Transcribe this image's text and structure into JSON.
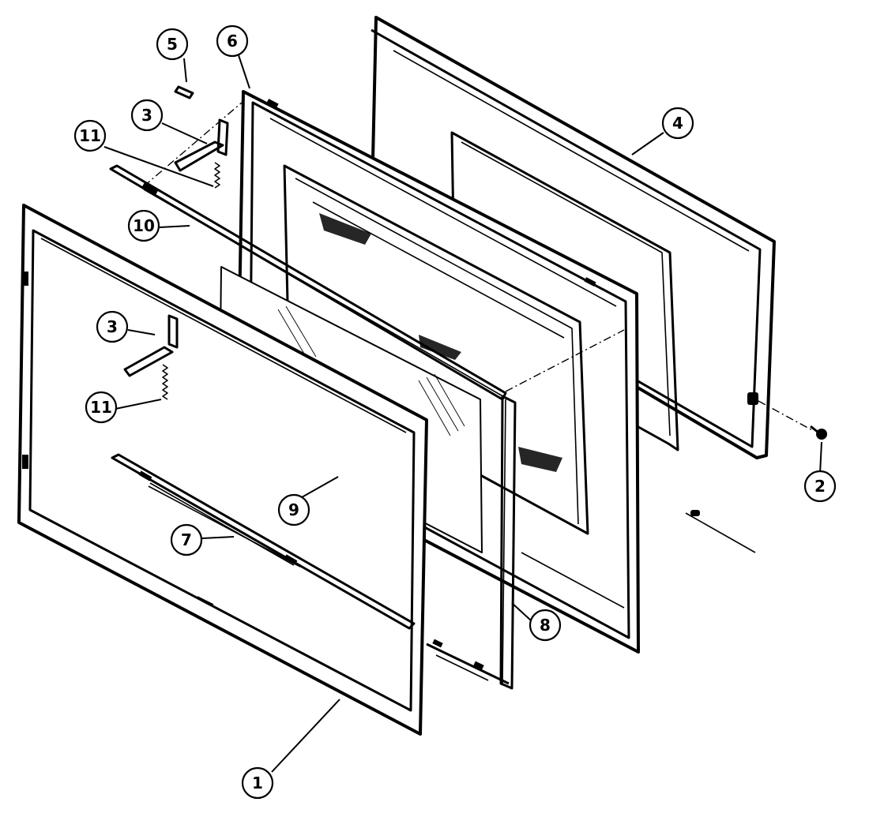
{
  "diagram": {
    "callouts": [
      {
        "id": "c5",
        "label": "5"
      },
      {
        "id": "c6",
        "label": "6"
      },
      {
        "id": "c3a",
        "label": "3"
      },
      {
        "id": "c11a",
        "label": "11"
      },
      {
        "id": "c10",
        "label": "10"
      },
      {
        "id": "c4",
        "label": "4"
      },
      {
        "id": "c3b",
        "label": "3"
      },
      {
        "id": "c11b",
        "label": "11"
      },
      {
        "id": "c9",
        "label": "9"
      },
      {
        "id": "c7",
        "label": "7"
      },
      {
        "id": "c2",
        "label": "2"
      },
      {
        "id": "c8",
        "label": "8"
      },
      {
        "id": "c1",
        "label": "1"
      }
    ]
  }
}
